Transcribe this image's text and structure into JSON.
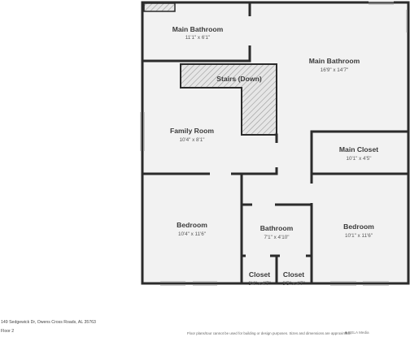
{
  "rooms": [
    {
      "name": "Main Bathroom",
      "dims": "11'1\" x 6'1\""
    },
    {
      "name": "Main Bathroom",
      "dims": "16'9\" x 14'7\""
    },
    {
      "name": "Stairs (Down)",
      "dims": ""
    },
    {
      "name": "Family Room",
      "dims": "10'4\" x 8'1\""
    },
    {
      "name": "Main Closet",
      "dims": "10'1\" x 4'5\""
    },
    {
      "name": "Bedroom",
      "dims": "10'4\" x 11'6\""
    },
    {
      "name": "Bathroom",
      "dims": "7'1\" x 4'10\""
    },
    {
      "name": "Bedroom",
      "dims": "10'1\" x 11'6\""
    },
    {
      "name": "Closet",
      "dims": "3'4\" x 4'7\""
    },
    {
      "name": "Closet",
      "dims": "3'5\" x 4'7\""
    }
  ],
  "footer": {
    "address": "149 Sedgewick Dr, Owens Cross Roads, AL 35763",
    "floor": "Floor 2",
    "disclaimer": "Floor plans/tour cannot be used for building or design purposes. Sizes and dimensions are approximate.",
    "logo": "■ RELA Media"
  },
  "colors": {
    "wall": "#2b2b2b",
    "floor": "#f2f2f2",
    "stairs_fill": "#e4e4e4"
  }
}
